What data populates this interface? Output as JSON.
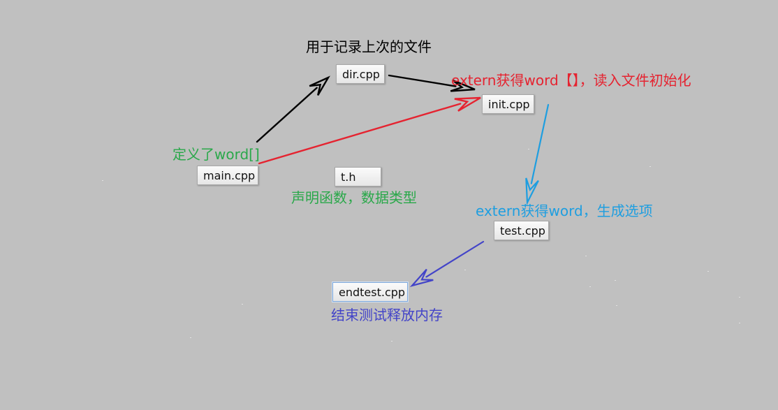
{
  "colors": {
    "background": "#c0c0c0",
    "black": "#000000",
    "red": "#e52330",
    "green": "#2aa84a",
    "blue": "#1e9ee0",
    "indigo": "#4344c8"
  },
  "files": {
    "dir": "dir.cpp",
    "init": "init.cpp",
    "main": "main.cpp",
    "th": "t.h",
    "test": "test.cpp",
    "endtest": "endtest.cpp"
  },
  "notes": {
    "dir": "用于记录上次的文件",
    "init": "extern获得word【】，读入文件初始化",
    "main": "定义了word[]",
    "th": "声明函数，数据类型",
    "test": "extern获得word，生成选项",
    "endtest": "结束测试释放内存"
  },
  "arrows": [
    {
      "from": "main.cpp",
      "to": "dir.cpp",
      "color": "black"
    },
    {
      "from": "dir.cpp",
      "to": "init.cpp",
      "color": "black"
    },
    {
      "from": "main.cpp",
      "to": "init.cpp",
      "color": "red"
    },
    {
      "from": "init.cpp",
      "to": "test.cpp",
      "color": "blue"
    },
    {
      "from": "test.cpp",
      "to": "endtest.cpp",
      "color": "indigo"
    }
  ]
}
